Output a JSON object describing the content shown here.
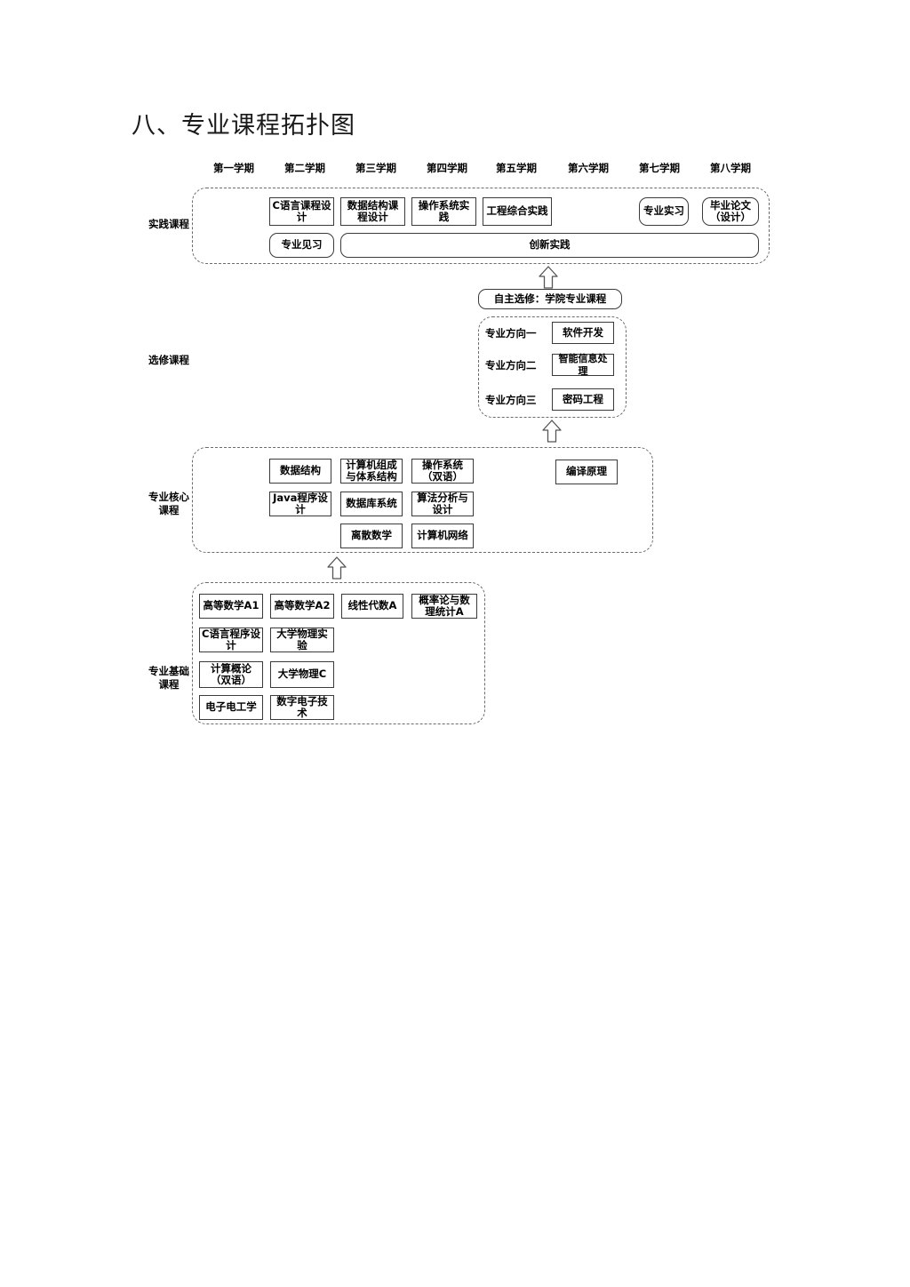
{
  "page": {
    "title": "八、专业课程拓扑图"
  },
  "semesters": [
    {
      "label": "第一学期"
    },
    {
      "label": "第二学期"
    },
    {
      "label": "第三学期"
    },
    {
      "label": "第四学期"
    },
    {
      "label": "第五学期"
    },
    {
      "label": "第六学期"
    },
    {
      "label": "第七学期"
    },
    {
      "label": "第八学期"
    }
  ],
  "rows": {
    "practice": {
      "label": "实践课程"
    },
    "elective": {
      "label": "选修课程"
    },
    "core": {
      "label": "专业核心\n课程",
      "line1": "专业核心",
      "line2": "课程"
    },
    "basic": {
      "label": "专业基础\n课程",
      "line1": "专业基础",
      "line2": "课程"
    }
  },
  "practice_courses": {
    "row1": [
      {
        "name": "C语言课程设计"
      },
      {
        "name": "数据结构课程设计"
      },
      {
        "name": "操作系统实践"
      },
      {
        "name": "工程综合实践"
      },
      {
        "name": "专业实习"
      },
      {
        "name": "毕业论文（设计）"
      }
    ],
    "row2": [
      {
        "name": "专业见习"
      },
      {
        "name": "创新实践"
      }
    ]
  },
  "elective": {
    "header_box": "自主选修：学院专业课程",
    "directions": [
      {
        "label": "专业方向一",
        "course": "软件开发"
      },
      {
        "label": "专业方向二",
        "course": "智能信息处理"
      },
      {
        "label": "专业方向三",
        "course": "密码工程"
      }
    ]
  },
  "core_courses": [
    {
      "name": "数据结构"
    },
    {
      "name": "计算机组成与体系结构"
    },
    {
      "name": "操作系统（双语）"
    },
    {
      "name": "编译原理"
    },
    {
      "name": "Java程序设计"
    },
    {
      "name": "数据库系统"
    },
    {
      "name": "算法分析与设计"
    },
    {
      "name": "离散数学"
    },
    {
      "name": "计算机网络"
    }
  ],
  "basic_courses": [
    {
      "name": "高等数学A1"
    },
    {
      "name": "高等数学A2"
    },
    {
      "name": "线性代数A"
    },
    {
      "name": "概率论与数理统计A"
    },
    {
      "name": "C语言程序设计"
    },
    {
      "name": "大学物理实验"
    },
    {
      "name": "计算概论（双语）"
    },
    {
      "name": "大学物理C"
    },
    {
      "name": "电子电工学"
    },
    {
      "name": "数字电子技术"
    }
  ],
  "colors": {
    "box_border": "#3a3a3a",
    "group_border": "#6b6b6b",
    "text": "#000000",
    "background": "#ffffff"
  }
}
